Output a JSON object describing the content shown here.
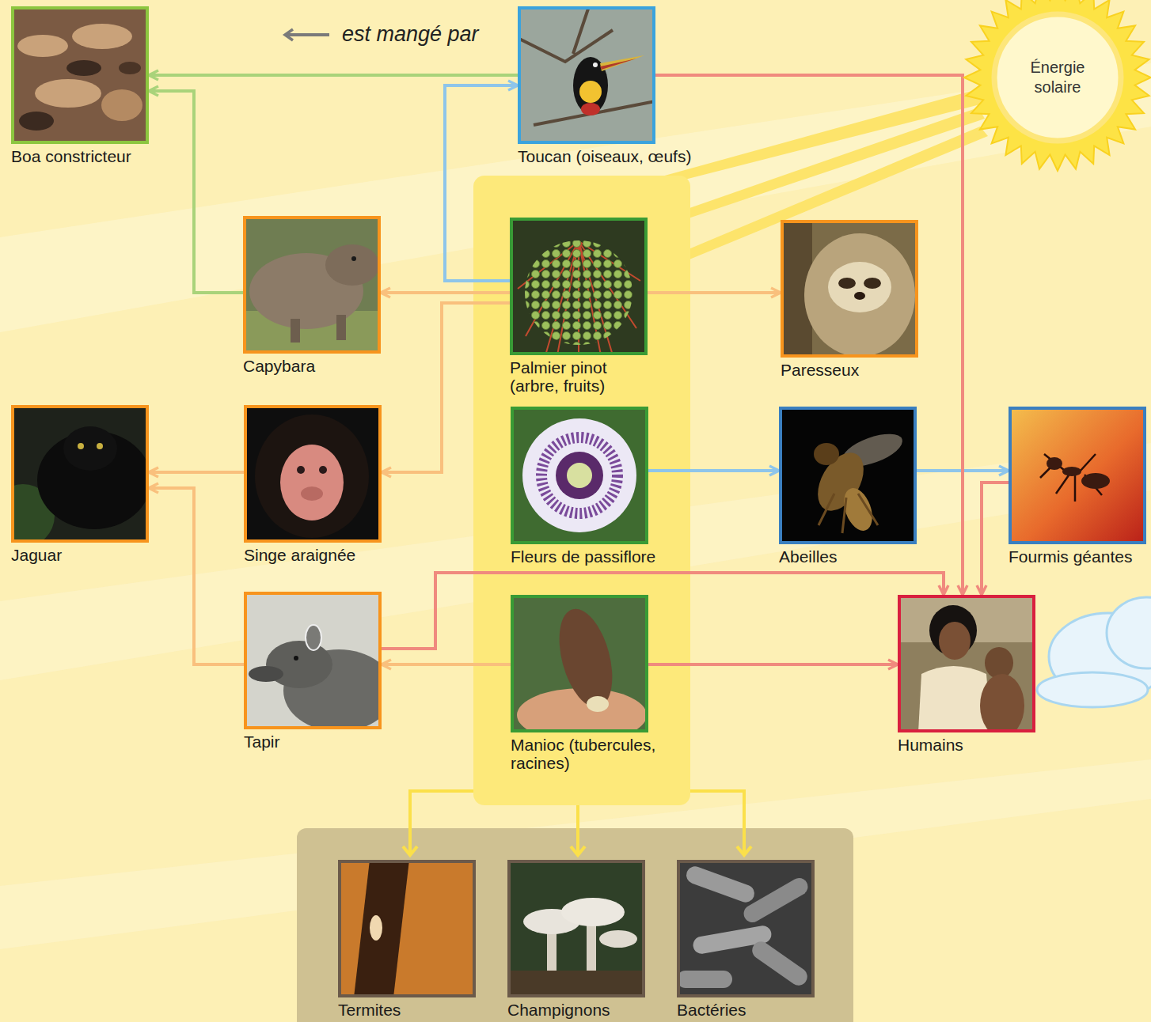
{
  "diagram": {
    "nodes": [
      {
        "text": [
          "Boa constricteur"
        ]
      },
      {
        "text": [
          "Toucan (oiseaux, œufs)"
        ]
      },
      {
        "text": [
          "Énergie solaire"
        ]
      },
      {
        "text": [
          "Capybara"
        ]
      },
      {
        "text": [
          "Palmier pinot (arbre, fruits)"
        ]
      },
      {
        "text": [
          "Paresseux"
        ]
      },
      {
        "text": [
          "Jaguar"
        ]
      },
      {
        "text": [
          "Singe araignée"
        ]
      },
      {
        "text": [
          "Fleurs de passiflore"
        ]
      },
      {
        "text": [
          "Abeilles"
        ]
      },
      {
        "text": [
          "Fourmis géantes"
        ]
      },
      {
        "text": [
          "Tapir"
        ]
      },
      {
        "text": [
          "Manioc (tubercules, racines)"
        ]
      },
      {
        "text": [
          "Humains"
        ]
      },
      {
        "text": [
          "Termites"
        ]
      },
      {
        "text": [
          "Champignons"
        ]
      },
      {
        "text": [
          "Bactéries"
        ]
      }
    ],
    "edges": [
      {
        "from": 1,
        "to": 0,
        "arrow": "to"
      },
      {
        "from": 3,
        "to": 0,
        "arrow": "to"
      },
      {
        "from": 4,
        "to": 1,
        "arrow": "to"
      },
      {
        "from": 4,
        "to": 3,
        "arrow": "to"
      },
      {
        "from": 4,
        "to": 7,
        "arrow": "to"
      },
      {
        "from": 4,
        "to": 5,
        "arrow": "to"
      },
      {
        "from": 7,
        "to": 6,
        "arrow": "to"
      },
      {
        "from": 11,
        "to": 6,
        "arrow": "to"
      },
      {
        "from": 8,
        "to": 9,
        "arrow": "to"
      },
      {
        "from": 9,
        "to": 10,
        "arrow": "to"
      },
      {
        "from": 1,
        "to": 13,
        "arrow": "to"
      },
      {
        "from": 10,
        "to": 13,
        "arrow": "to"
      },
      {
        "from": 11,
        "to": 13,
        "arrow": "to"
      },
      {
        "from": 12,
        "to": 11,
        "arrow": "to"
      },
      {
        "from": 12,
        "to": 13,
        "arrow": "to"
      }
    ],
    "legend": [
      {
        "text": "est mangé par"
      }
    ]
  }
}
